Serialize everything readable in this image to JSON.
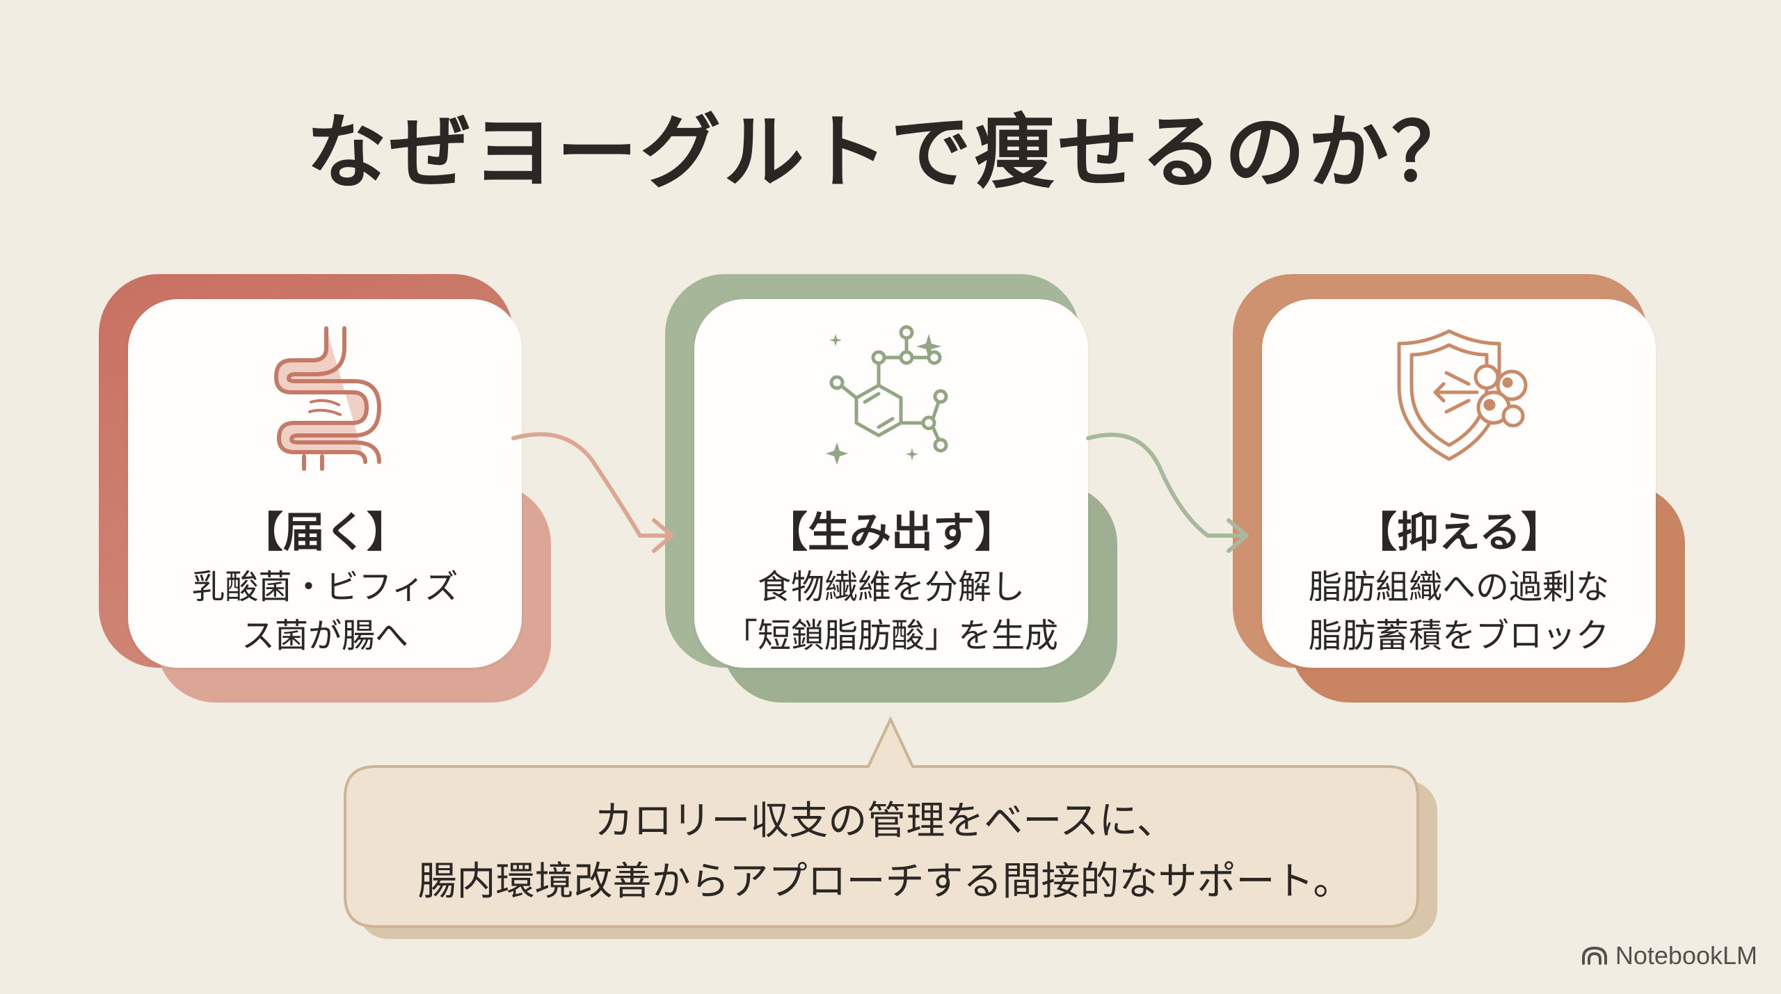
{
  "slide": {
    "title": "なぜヨーグルトで痩せるのか？"
  },
  "cards": [
    {
      "heading": "【届く】",
      "line1": "乳酸菌・ビフィズ",
      "line2": "ス菌が腸へ",
      "icon": "intestine-icon",
      "accent": "#c87a68"
    },
    {
      "heading": "【生み出す】",
      "line1": "食物繊維を分解し",
      "line2": "「短鎖脂肪酸」を生成",
      "icon": "molecule-icon",
      "accent": "#a3b496"
    },
    {
      "heading": "【抑える】",
      "line1": "脂肪組織への過剰な",
      "line2": "脂肪蓄積をブロック",
      "icon": "shield-fat-cell-icon",
      "accent": "#cd8a66"
    }
  ],
  "callout": {
    "line1": "カロリー収支の管理をベースに、",
    "line2": "腸内環境改善からアプローチする間接的なサポート。"
  },
  "brand": {
    "name": "NotebookLM",
    "icon": "notebooklm-logo-icon"
  },
  "colors": {
    "background": "#f2ede3",
    "card1_outer": "#c87a68",
    "card1_inner": "#dba696",
    "card2": "#a3b496",
    "card3": "#cd8a66",
    "callout_fill": "#efe2d0",
    "callout_border": "#cbb596"
  }
}
